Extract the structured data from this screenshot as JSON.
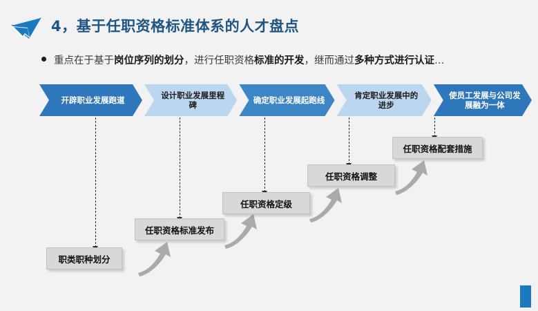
{
  "slide": {
    "background_color": "#f2f2f2",
    "title": "4，基于任职资格标准体系的人才盘点",
    "title_color": "#1f5582",
    "logo_icon": "paper-plane-arrow-icon",
    "logo_color": "#1b79c0",
    "accent_color": "#1b79c0"
  },
  "bullet": {
    "marker": "●",
    "segments": [
      {
        "text": "重点在于基于",
        "bold": false
      },
      {
        "text": "岗位序列的划分",
        "bold": true
      },
      {
        "text": "，进行任职资格",
        "bold": false
      },
      {
        "text": "标准的开发",
        "bold": true
      },
      {
        "text": "，继而通过",
        "bold": false
      },
      {
        "text": "多种方式进行认证",
        "bold": true
      },
      {
        "text": "…",
        "bold": false
      }
    ],
    "plain_text": "重点在于基于岗位序列的划分，进行任职资格标准的开发，继而通过多种方式进行认证…"
  },
  "chevrons": [
    {
      "label": "开辟职业发展跑道",
      "fill": "#2e77bb",
      "text_color": "#ffffff"
    },
    {
      "label": "设计职业发展里程碑",
      "fill": "#bcd6ef",
      "text_color": "#1b1b1b"
    },
    {
      "label": "确定职业发展起跑线",
      "fill": "#3d86c6",
      "text_color": "#ffffff"
    },
    {
      "label": "肯定职业发展中的进步",
      "fill": "#bcd6ef",
      "text_color": "#1b1b1b"
    },
    {
      "label": "使员工发展与公司发展融为一体",
      "fill": "#2e77bb",
      "text_color": "#ffffff"
    }
  ],
  "steps": [
    {
      "label": "职类职种划分",
      "fill": "#d8d8d8",
      "text_color": "#111111"
    },
    {
      "label": "任职资格标准发布",
      "fill": "#d8d8d8",
      "text_color": "#111111"
    },
    {
      "label": "任职资格定级",
      "fill": "#d8d8d8",
      "text_color": "#111111"
    },
    {
      "label": "任职资格调整",
      "fill": "#d8d8d8",
      "text_color": "#111111"
    },
    {
      "label": "任职资格配套措施",
      "fill": "#d8d8d8",
      "text_color": "#111111"
    }
  ],
  "connectors": {
    "style": "dashed-down-arrow",
    "color": "#2b2b2b",
    "count": 5
  },
  "curve_arrows": {
    "style": "curved-up-right-arrow",
    "color": "#aaaaaa",
    "count": 4
  }
}
